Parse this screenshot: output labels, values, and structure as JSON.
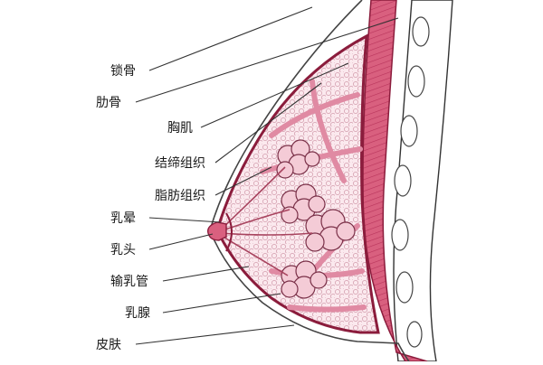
{
  "labels": {
    "clavicle": "锁骨",
    "rib": "肋骨",
    "pectoral_muscle": "胸肌",
    "connective_tissue": "结缔组织",
    "adipose_tissue": "脂肪组织",
    "areola": "乳晕",
    "nipple": "乳头",
    "lactiferous_duct": "输乳管",
    "mammary_gland": "乳腺",
    "skin": "皮肤"
  },
  "colors": {
    "muscle": "#d9607f",
    "muscle_dark": "#b8335a",
    "breast_outline": "#8b1c3c",
    "septa": "#e595ad",
    "fat_fill": "#fbe9ee",
    "lobule_fill": "#f4cbd6",
    "rib_fill": "#ffffff",
    "line": "#333333"
  }
}
